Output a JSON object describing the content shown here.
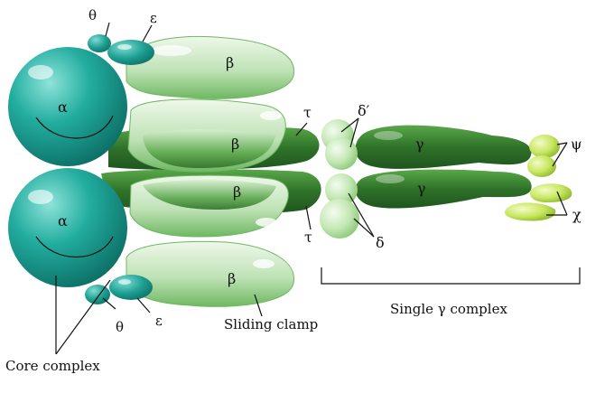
{
  "colors": {
    "teal": "#1fa79a",
    "teal_dark": "#117a70",
    "teal_light": "#6fd3c8",
    "green_dark": "#2f6f2a",
    "green_mid": "#4f9a3e",
    "clamp_light": "#e6f4e2",
    "clamp_mid": "#a9d6a0",
    "yellow_green": "#c8e66a",
    "yellow_green_dark": "#8fbf2a",
    "pale_green": "#cdeec0"
  },
  "labels": {
    "alpha_top": "α",
    "alpha_bottom": "α",
    "theta_top": "θ",
    "theta_bottom": "θ",
    "epsilon_top": "ε",
    "epsilon_bottom": "ε",
    "beta_1": "β",
    "beta_2": "β",
    "beta_3": "β",
    "beta_4": "β",
    "tau_top": "τ",
    "tau_bottom": "τ",
    "delta_prime": "δ′",
    "delta": "δ",
    "gamma_top": "γ",
    "gamma_bottom": "γ",
    "psi": "ψ",
    "chi": "χ",
    "sliding_clamp": "Sliding clamp",
    "single_gamma_complex": "Single γ complex",
    "core_complex": "Core complex"
  }
}
